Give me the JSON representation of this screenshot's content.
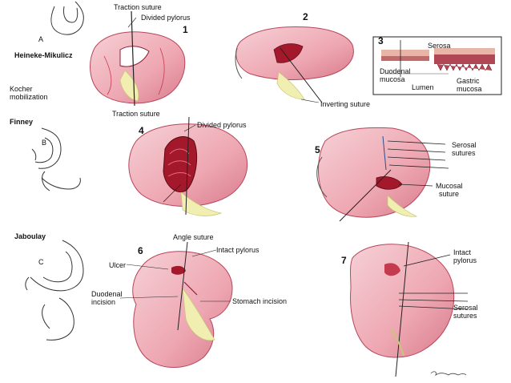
{
  "sections": {
    "heineke": "Heineke-Mikulicz",
    "finney": "Finney",
    "jaboulay": "Jaboulay"
  },
  "letters": {
    "a": "A",
    "b": "B",
    "c": "C"
  },
  "steps": [
    "1",
    "2",
    "3",
    "4",
    "5",
    "6",
    "7"
  ],
  "labels": {
    "traction_suture_top": "Traction suture",
    "divided_pylorus_1": "Divided pylorus",
    "kocher_line1": "Kocher",
    "kocher_line2": "mobilization",
    "traction_suture_bottom": "Traction suture",
    "inverting_suture": "Inverting suture",
    "serosa": "Serosa",
    "duodenal_mucosa_line1": "Duodenal",
    "duodenal_mucosa_line2": "mucosa",
    "gastric_mucosa_line1": "Gastric",
    "gastric_mucosa_line2": "mucosa",
    "lumen": "Lumen",
    "divided_pylorus_4": "Divided pylorus",
    "serosal_sutures_5_line1": "Serosal",
    "serosal_sutures_5_line2": "sutures",
    "mucosal_suture_line1": "Mucosal",
    "mucosal_suture_line2": "suture",
    "angle_suture": "Angle suture",
    "intact_pylorus_6": "Intact pylorus",
    "ulcer": "Ulcer",
    "duodenal_incision_line1": "Duodenal",
    "duodenal_incision_line2": "incision",
    "stomach_incision": "Stomach incision",
    "intact_pylorus_7_line1": "Intact",
    "intact_pylorus_7_line2": "pylorus",
    "serosal_sutures_7_line1": "Serosal",
    "serosal_sutures_7_line2": "sutures"
  },
  "colors": {
    "tissue": "#f2b8c0",
    "tissue_edge": "#b8455a",
    "vessel": "#c43a4e",
    "fat": "#f1eeb2",
    "mucosa": "#a3182a"
  }
}
